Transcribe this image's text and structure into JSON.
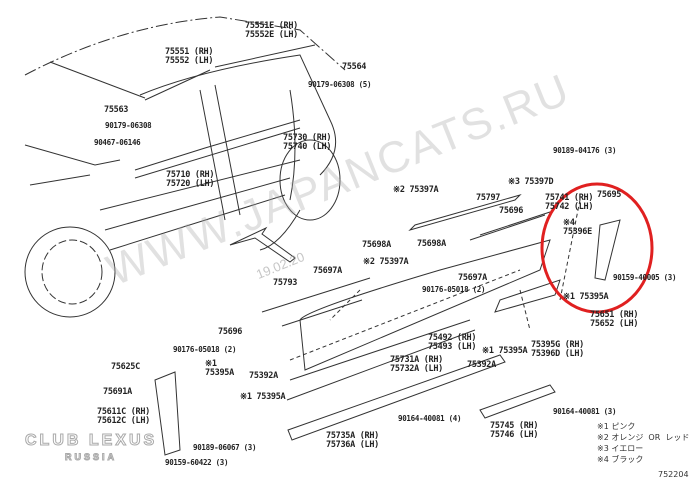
{
  "watermark": "WWW.JAPANCATS.RU",
  "date_stamp": "19.02.20",
  "logo": {
    "line1": "CLUB LEXUS",
    "line2": "RUSSIA"
  },
  "highlight_color": "#e02020",
  "diagram_id": "752204",
  "labels": [
    "75551E (RH)\n75552E (LH)",
    "75551 (RH)\n75552 (LH)",
    "75564",
    "90179-06308 (5)",
    "75563",
    "90179-06308",
    "90467-06146",
    "75730 (RH)\n75740 (LH)",
    "75710 (RH)\n75720 (LH)",
    "90189-04176 (3)",
    "※3 75397D",
    "※2 75397A",
    "75797",
    "75741 (RH)\n75742 (LH)",
    "75695",
    "75696",
    "※4\n75396E",
    "75698A",
    "75698A",
    "※2 75397A",
    "75697A",
    "75697A",
    "75793",
    "90176-05018 (2)",
    "90159-40005 (3)",
    "※1 75395A",
    "75651 (RH)\n75652 (LH)",
    "75696",
    "90176-05018 (2)",
    "75492 (RH)\n75493 (LH)",
    "75731A (RH)\n75732A (LH)",
    "※1 75395A",
    "75395G (RH)\n75396D (LH)",
    "75392A",
    "75392A",
    "75625C",
    "※1\n75395A",
    "75691A",
    "※1 75395A",
    "75611C (RH)\n75612C (LH)",
    "75735A (RH)\n75736A (LH)",
    "90164-40081 (4)",
    "90164-40081 (3)",
    "75745 (RH)\n75746 (LH)",
    "90189-06067 (3)",
    "90159-60422 (3)"
  ],
  "legend": [
    "※1 ピンク",
    "※2 オレンジ  OR  レッド",
    "※3 イエロー",
    "※4 ブラック"
  ]
}
